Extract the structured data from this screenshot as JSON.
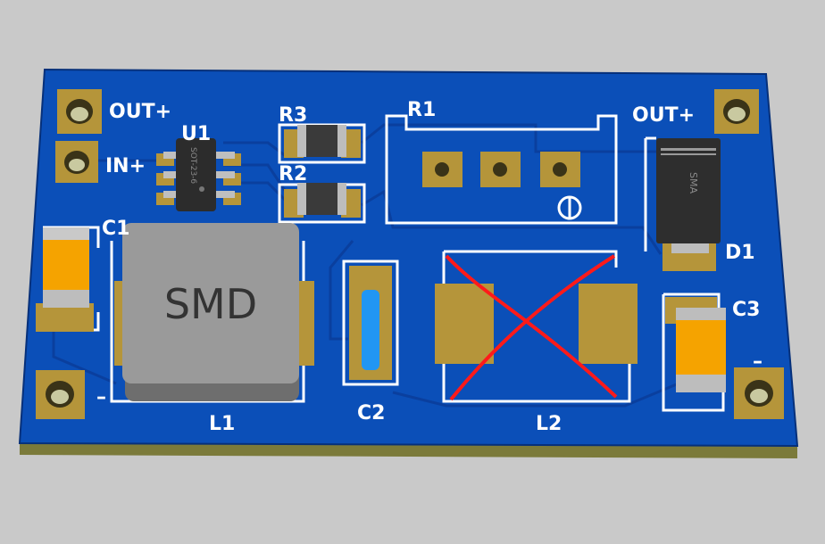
{
  "board": {
    "colors": {
      "background": "#c9c9c9",
      "pcb": "#0b4fb8",
      "edge": "#7b7a3a",
      "pad": "#b5953a",
      "silkscreen": "#ffffff",
      "capacitor": "#f5a300",
      "inductor": "#9a9a9a",
      "cross_out": "#ff1a1a"
    },
    "labels": {
      "out_plus_left": "OUT+",
      "in_plus": "IN+",
      "u1": "U1",
      "r3": "R3",
      "r2": "R2",
      "r1": "R1",
      "out_plus_right": "OUT+",
      "c1": "C1",
      "d1": "D1",
      "c3": "C3",
      "minus_left": "–",
      "minus_right": "–",
      "l1": "L1",
      "c2": "C2",
      "l2": "L2"
    },
    "components": {
      "u1_marking": "SOT-23-6",
      "d1_marking": "SMA",
      "l1_marking": "SMD"
    }
  }
}
